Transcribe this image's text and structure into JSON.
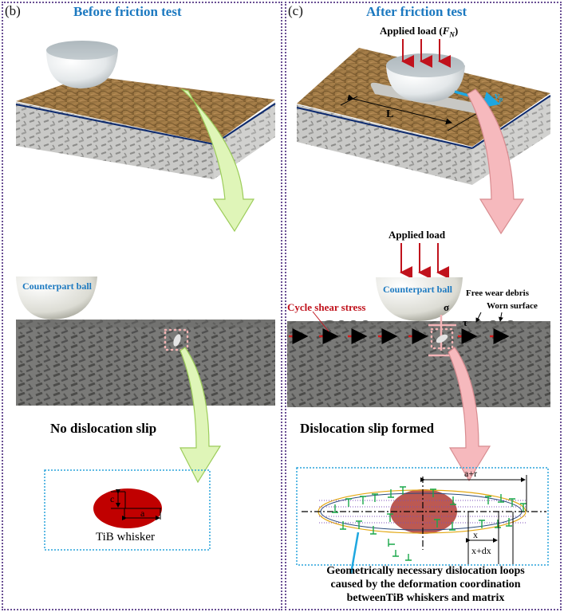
{
  "panel_b": {
    "label": "(b)",
    "title": "Before friction test",
    "counterpart_ball": "Counterpart ball",
    "caption": "No dislocation  slip",
    "inset": {
      "dim_c": "c",
      "dim_a": "a",
      "caption": "TiB whisker"
    }
  },
  "panel_c": {
    "label": "(c)",
    "title": "After friction test",
    "applied_load_top": "Applied load (",
    "applied_load_sym": "F",
    "applied_load_sub": "N",
    "applied_load_close": ")",
    "length_label": "L",
    "velocity_sym": "v",
    "velocity_sub": "p",
    "applied_load_mid": "Applied load",
    "counterpart_ball": "Counterpart ball",
    "free_wear_debris": "Free wear debris",
    "worn_surface": "Worn surface",
    "cycle_shear_stress": "Cycle shear stress",
    "sigma": "σ",
    "tau": "τ",
    "caption": "Dislocation slip formed",
    "inset": {
      "dim_a_r": "a+r",
      "dim_x": "x",
      "dim_x_dx": "x+dx"
    },
    "bottom_caption": [
      "Geometrically necessary dislocation loops",
      "caused by the deformation coordination",
      "betweenTiB whiskers and matrix"
    ]
  },
  "colors": {
    "title_blue": "#1c79c0",
    "load_red": "#c0121c",
    "whisker_red": "#c00000",
    "arrow_green": "#dff5b8",
    "arrow_pink": "#f6b9bd",
    "inset_border": "#29a3dc",
    "velocity_blue": "#1ea7e0"
  }
}
